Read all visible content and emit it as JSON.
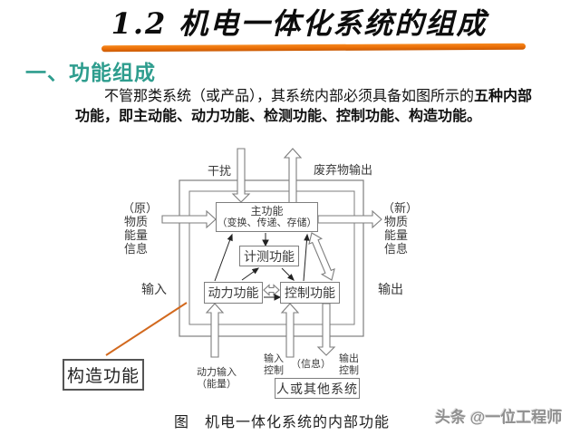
{
  "title": "1.2 机电一体化系统的组成",
  "heading": "一、功能组成",
  "paragraph": {
    "normal": "不管那类系统（或产品），其系统内部必须具备如图所示的",
    "bold": "五种内部功能，即主动能、动力功能、检测功能、控制功能、构造功能。"
  },
  "diagram": {
    "boxes": {
      "main_line1": "主功能",
      "main_line2": "（变换、传递、存储）",
      "measure": "计测功能",
      "power": "动力功能",
      "control": "控制功能",
      "human": "人或其他系统",
      "structure": "构造功能"
    },
    "labels": {
      "interference": "干扰",
      "waste_output": "废弃物输出",
      "source": [
        "（原）",
        "物质",
        "能量",
        "信息"
      ],
      "result": [
        "（新）",
        "物质",
        "能量",
        "信息"
      ],
      "input": "输入",
      "output": "输出",
      "power_input_line1": "动力输入",
      "power_input_line2": "（能量）",
      "input_ctrl_line1": "输入",
      "input_ctrl_line2": "控制",
      "info": "（信息）",
      "output_ctrl_line1": "输出",
      "output_ctrl_line2": "控制"
    },
    "caption": "图　机电一体化系统的内部功能"
  },
  "watermark": "头条 @一位工程师",
  "colors": {
    "accent_bar": "#ea6e07",
    "heading": "#2e9d8e",
    "callout_line": "#d2691e",
    "diagram_line": "#7e7e7e"
  }
}
